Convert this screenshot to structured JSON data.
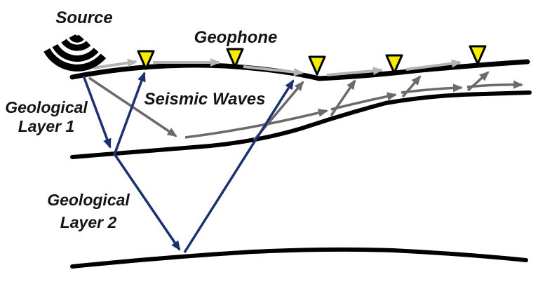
{
  "diagram": {
    "type": "seismic-refraction-reflection-survey-schematic",
    "labels": {
      "source": "Source",
      "geophone": "Geophone",
      "seismic_waves": "Seismic Waves",
      "geological_layer_1": [
        "Geological",
        "Layer 1"
      ],
      "geological_layer_2": [
        "Geological",
        "Layer 2"
      ]
    },
    "colors": {
      "background": "#ffffff",
      "boundary_line": "#000000",
      "text": "#141414",
      "reflected_wave_blue": "#1b3070",
      "refracted_wave_gray": "#6a6a6a",
      "direct_wave_light_gray": "#b3b3b3",
      "geophone_fill": "#f6ec00",
      "geophone_outline": "#000000",
      "source_icon": "#000000"
    },
    "geophone_count": 5
  }
}
